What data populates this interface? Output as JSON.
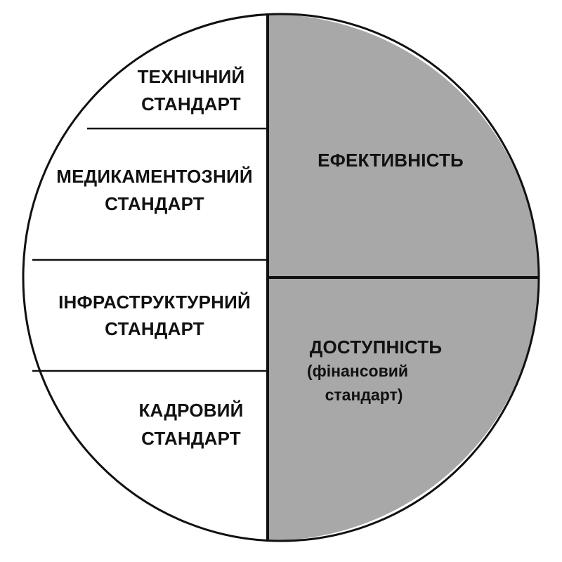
{
  "colors": {
    "shaded": "#a8a8a8",
    "unshaded": "#ffffff",
    "stroke": "#111111"
  },
  "left_half": {
    "segments": [
      {
        "line1": "ТЕХНІЧНИЙ",
        "line2": "СТАНДАРТ"
      },
      {
        "line1": "МЕДИКАМЕНТОЗНИЙ",
        "line2": "СТАНДАРТ"
      },
      {
        "line1": "ІНФРАСТРУКТУРНИЙ",
        "line2": "СТАНДАРТ"
      },
      {
        "line1": "КАДРОВИЙ",
        "line2": "СТАНДАРТ"
      }
    ]
  },
  "right_half": {
    "top": {
      "label": "ЕФЕКТИВНІСТЬ"
    },
    "bottom": {
      "label": "ДОСТУПНІСТЬ",
      "sub1": "(фінансовий",
      "sub2": "стандарт)"
    }
  }
}
